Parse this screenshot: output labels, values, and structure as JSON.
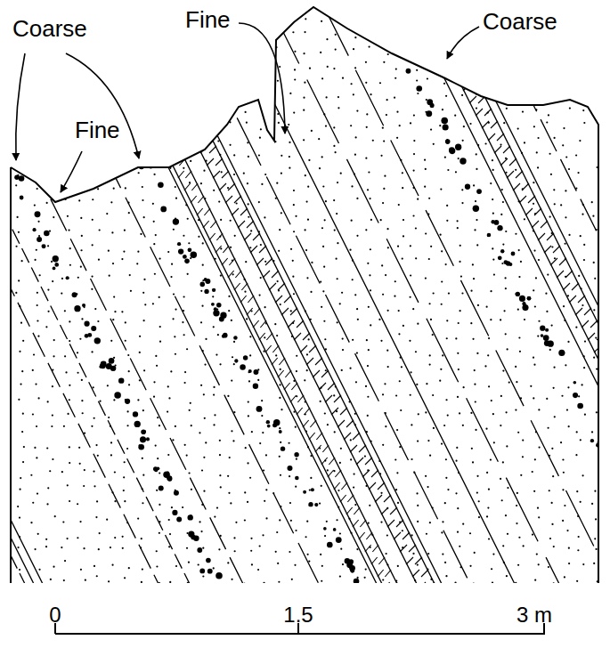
{
  "diagram": {
    "labels": [
      "Coarse",
      "Fine",
      "Coarse",
      "Fine",
      "0",
      "1.5",
      "3 m"
    ]
  }
}
